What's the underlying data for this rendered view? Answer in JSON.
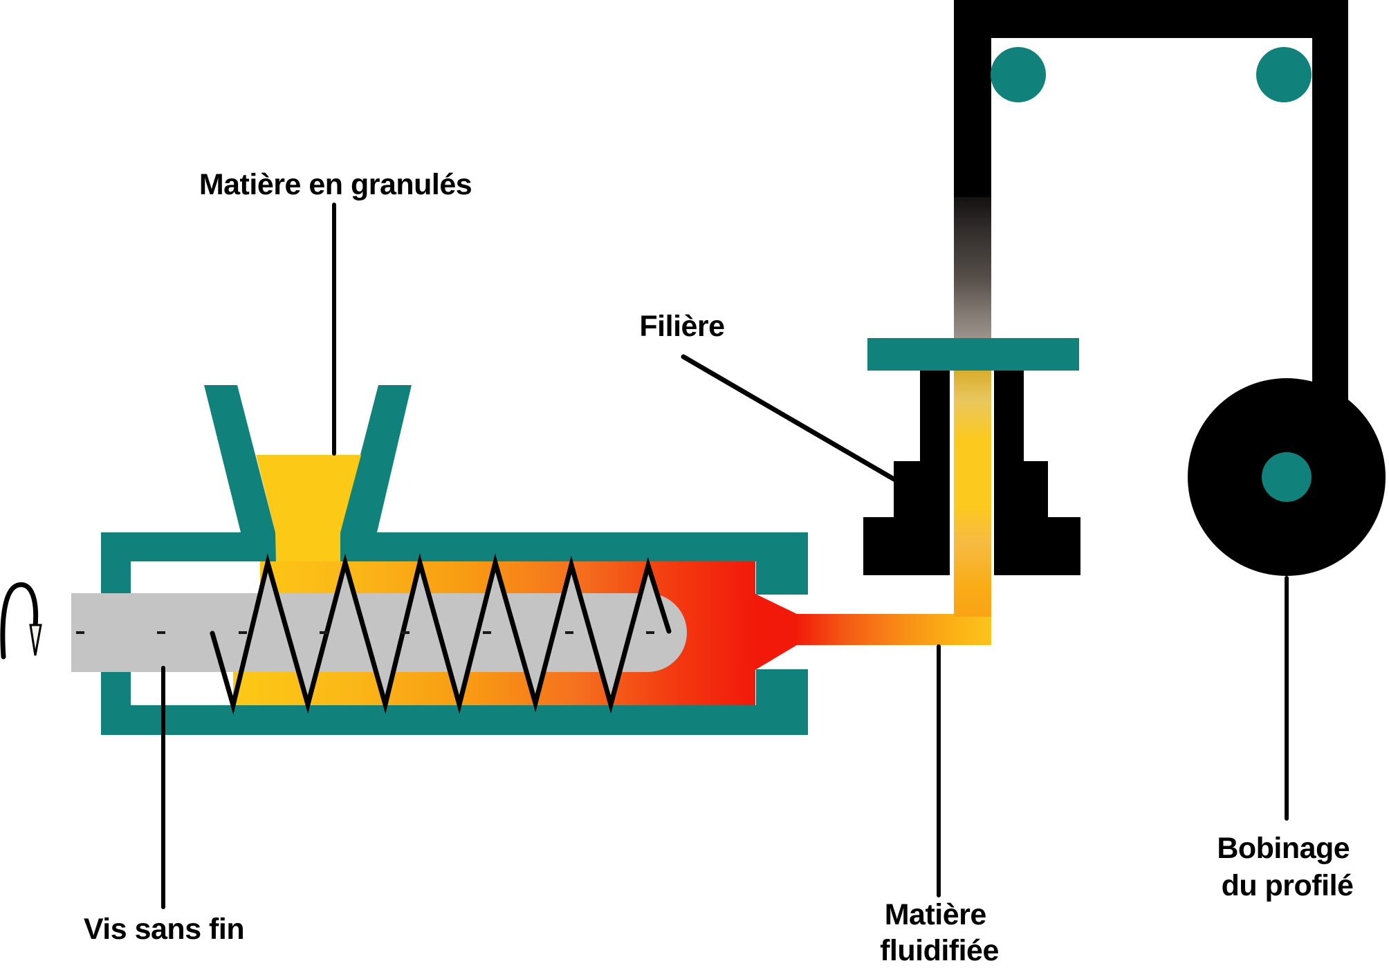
{
  "diagram": {
    "labels": {
      "granules": "Matière en granulés",
      "filiere": "Filière",
      "vis_sans_fin": "Vis sans fin",
      "fluidifiee_line1": "Matière",
      "fluidifiee_line2": "fluidifiée",
      "bobinage_line1": "Bobinage",
      "bobinage_line2": "du profilé"
    },
    "colors": {
      "teal": "#10817B",
      "yellow": "#FCC916",
      "orange": "#F89B13",
      "deep_orange": "#F5701E",
      "red": "#F2190A",
      "shaft_gray": "#C4C4C4",
      "profile_black": "#000000",
      "line_black": "#000000",
      "arrowhead_fill": "#F2F2EE"
    }
  }
}
